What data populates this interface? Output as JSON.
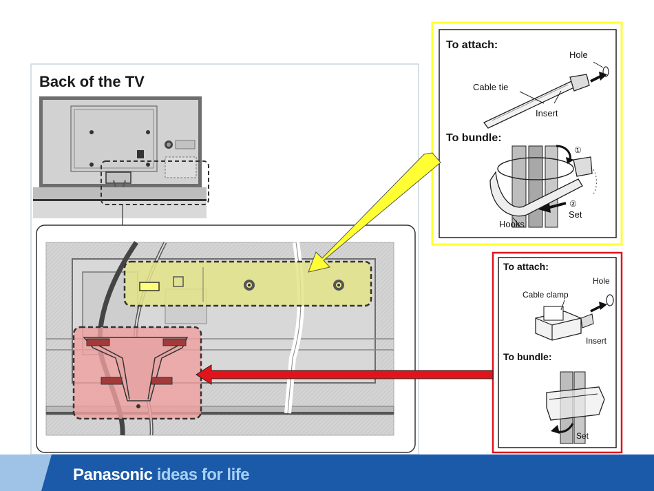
{
  "back_panel": {
    "title": "Back of the TV"
  },
  "tie_panel": {
    "attach_title": "To attach:",
    "hole_label": "Hole",
    "cable_tie_label": "Cable tie",
    "insert_label": "Insert",
    "bundle_title": "To bundle:",
    "step1": "①",
    "step2": "②",
    "hooks_label": "Hooks",
    "set_label": "Set",
    "frame_color": "#ffff33"
  },
  "clamp_panel": {
    "attach_title": "To attach:",
    "hole_label": "Hole",
    "cable_clamp_label": "Cable clamp",
    "insert_label": "Insert",
    "bundle_title": "To bundle:",
    "set_label": "Set",
    "frame_color": "#e0141a"
  },
  "footer": {
    "brand": "Panasonic",
    "tagline": "ideas for life",
    "bar_color": "#1a5aa8"
  }
}
